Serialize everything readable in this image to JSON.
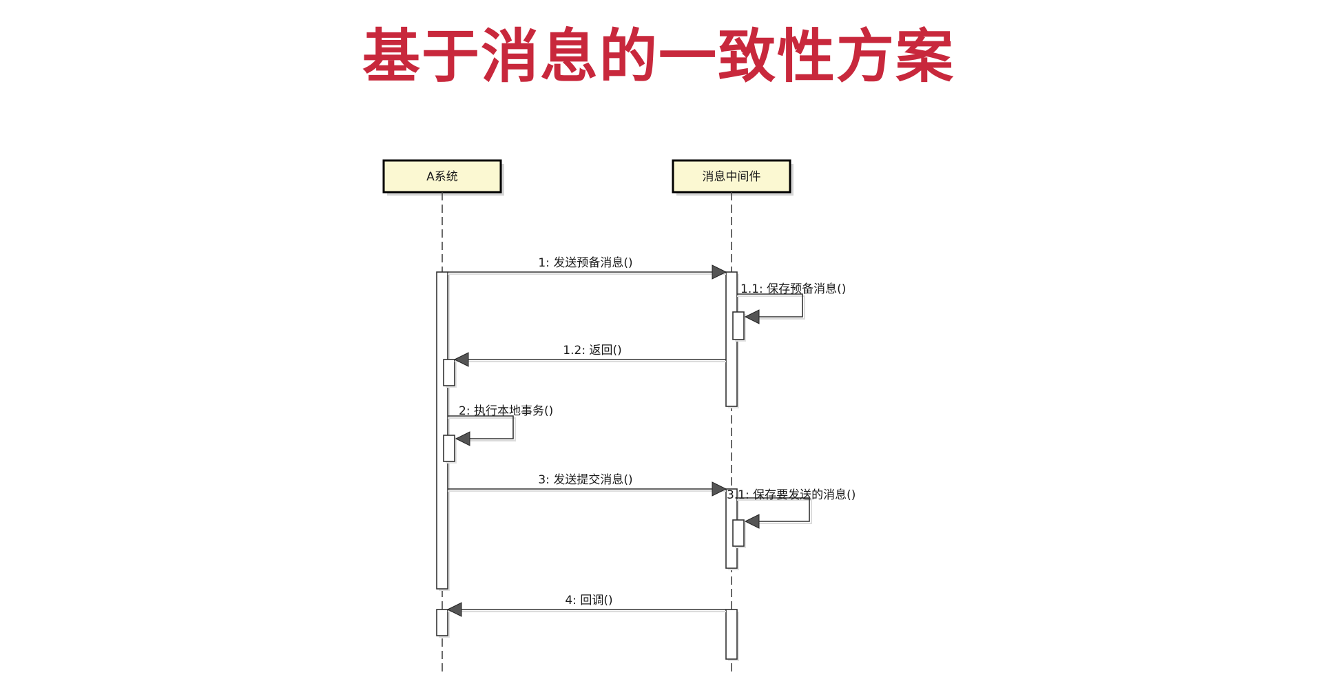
{
  "title": "基于消息的一致性方案",
  "colors": {
    "title": "#c8283c",
    "lifeline_fill": "#fbf8d2",
    "line": "#333333",
    "arrowhead": "#555555"
  },
  "lifelines": [
    {
      "id": "a",
      "name": "A系统"
    },
    {
      "id": "mq",
      "name": "消息中间件"
    }
  ],
  "messages": [
    {
      "id": "m1",
      "label": "1: 发送预备消息()",
      "from": "a",
      "to": "mq"
    },
    {
      "id": "m11",
      "label": "1.1: 保存预备消息()",
      "from": "mq",
      "to": "mq"
    },
    {
      "id": "m12",
      "label": "1.2: 返回()",
      "from": "mq",
      "to": "a"
    },
    {
      "id": "m2",
      "label": "2: 执行本地事务()",
      "from": "a",
      "to": "a"
    },
    {
      "id": "m3",
      "label": "3: 发送提交消息()",
      "from": "a",
      "to": "mq"
    },
    {
      "id": "m31",
      "label": "3.1: 保存要发送的消息()",
      "from": "mq",
      "to": "mq"
    },
    {
      "id": "m4",
      "label": "4: 回调()",
      "from": "mq",
      "to": "a"
    }
  ]
}
